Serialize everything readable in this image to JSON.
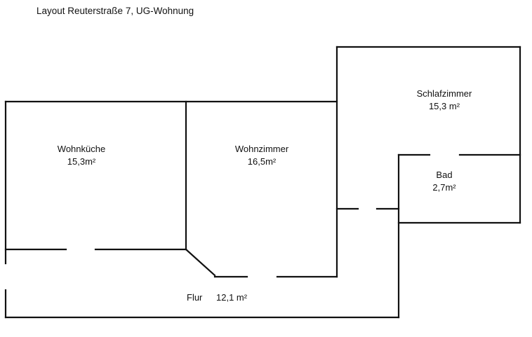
{
  "title": "Layout Reuterstraße 7, UG-Wohnung",
  "rooms": {
    "wohnkueche": {
      "name": "Wohnküche",
      "area": "15,3m²"
    },
    "wohnzimmer": {
      "name": "Wohnzimmer",
      "area": "16,5m²"
    },
    "schlafzimmer": {
      "name": "Schlafzimmer",
      "area": "15,3 m²"
    },
    "bad": {
      "name": "Bad",
      "area": "2,7m²"
    },
    "flur": {
      "name": "Flur",
      "area": "12,1 m²"
    }
  }
}
